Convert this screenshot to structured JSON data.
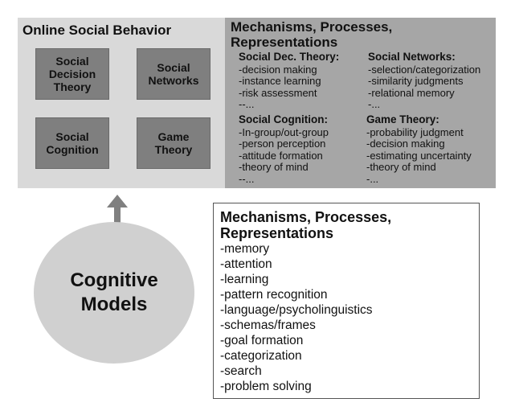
{
  "online_panel": {
    "title": "Online Social Behavior",
    "boxes": [
      {
        "label": "Social\nDecision\nTheory"
      },
      {
        "label": "Social\nNetworks"
      },
      {
        "label": "Social\nCognition"
      },
      {
        "label": "Game\nTheory"
      }
    ]
  },
  "mechanisms_panel": {
    "title": "Mechanisms, Processes,\nRepresentations",
    "groups": [
      {
        "heading": "Social Dec. Theory:",
        "items": [
          "-decision making",
          "-instance learning",
          "-risk assessment",
          "--..."
        ]
      },
      {
        "heading": "Social Networks:",
        "items": [
          "-selection/categorization",
          "-similarity judgments",
          "-relational memory",
          "-..."
        ]
      },
      {
        "heading": "Social Cognition:",
        "items": [
          "-In-group/out-group",
          "-person perception",
          "-attitude formation",
          "-theory of mind",
          "--..."
        ]
      },
      {
        "heading": "Game Theory:",
        "items": [
          "-probability judgment",
          "-decision making",
          "-estimating uncertainty",
          "-theory of mind",
          "-..."
        ]
      }
    ]
  },
  "cognitive_models": {
    "label": "Cognitive\nModels"
  },
  "general_mechanisms": {
    "title": "Mechanisms, Processes,\nRepresentations",
    "items": [
      "-memory",
      "-attention",
      "-learning",
      "-pattern recognition",
      "-language/psycholinguistics",
      "-schemas/frames",
      "-goal formation",
      "-categorization",
      "-search",
      "-problem solving"
    ]
  },
  "colors": {
    "left_panel": "#d9d9d9",
    "right_panel": "#a6a6a6",
    "box_fill": "#7f7f7f",
    "ellipse_fill": "#d0d0d0",
    "arrow": "#808080"
  }
}
